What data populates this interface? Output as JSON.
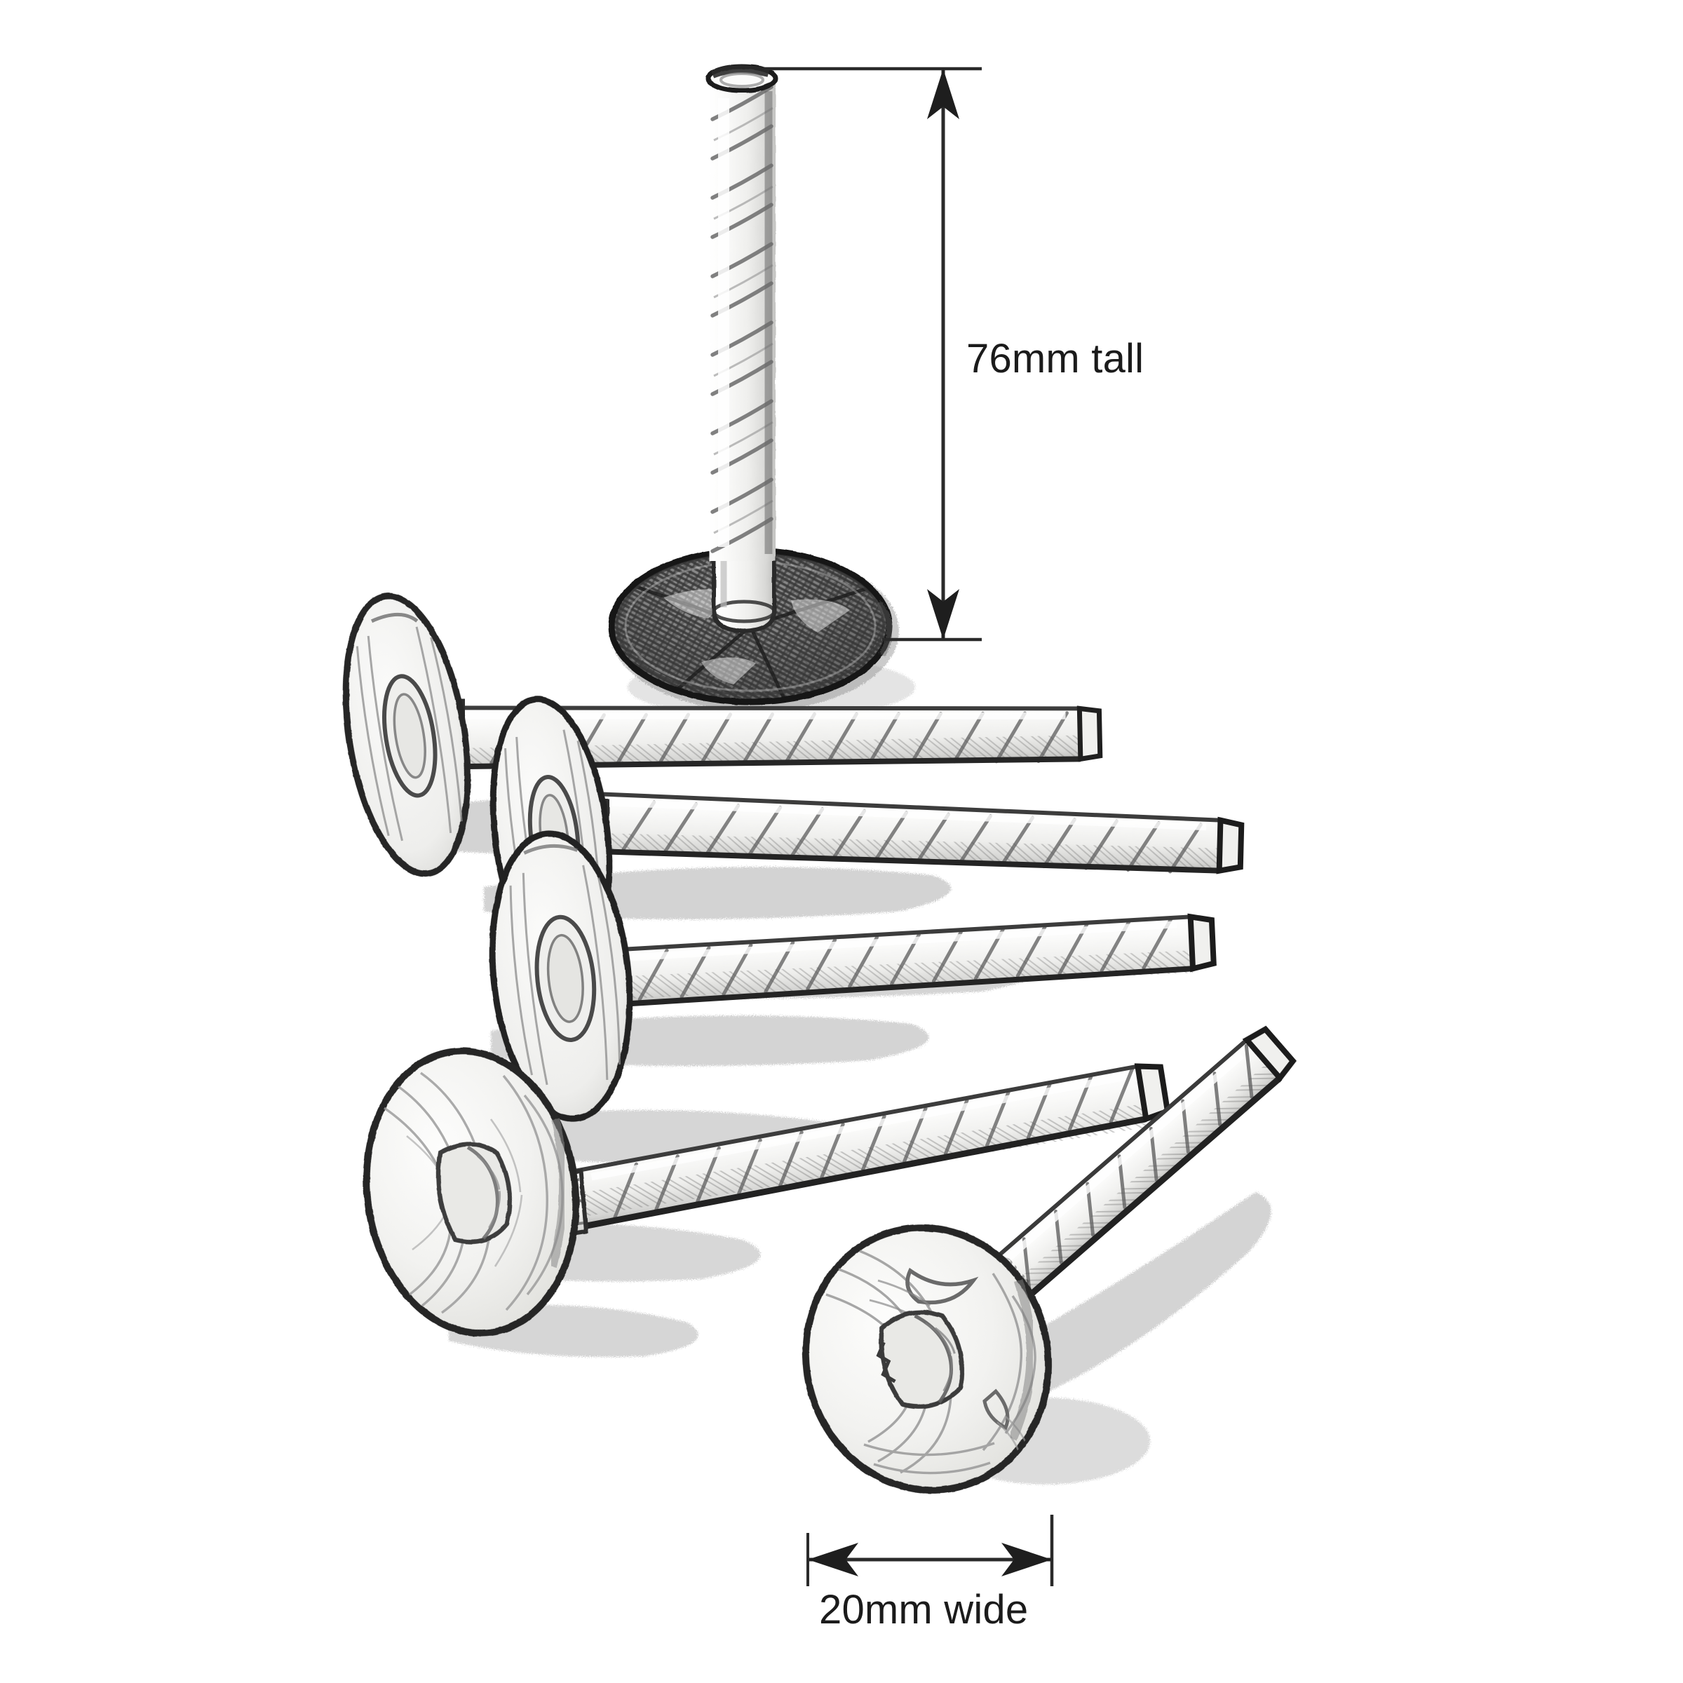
{
  "illustration": {
    "title": "Roofing nails with dimension callouts",
    "medium": "graphite pencil sketch",
    "background_color": "#ffffff",
    "line_color": "#3a3a3a",
    "dark_line_color": "#1b1b1b",
    "shadow_color": "#b8b8b8",
    "fill_color": "#f4f4f2",
    "head_dark_fill": "#6f6f6f"
  },
  "dimensions": {
    "height": {
      "label": "76mm tall",
      "orientation": "vertical",
      "arrow_style": "double-headed",
      "color": "#1b1b1b"
    },
    "width": {
      "label": "20mm wide",
      "orientation": "horizontal",
      "arrow_style": "double-headed",
      "color": "#1b1b1b"
    }
  },
  "objects": [
    {
      "name": "standing-nail",
      "pose": "upright",
      "head": "top-down dark hatched disc",
      "shaft": "vertical ring-shank"
    },
    {
      "name": "lying-nail-1",
      "pose": "horizontal",
      "head": "edge-on disc, upper left"
    },
    {
      "name": "lying-nail-2",
      "pose": "horizontal",
      "head": "edge-on disc"
    },
    {
      "name": "lying-nail-3",
      "pose": "horizontal",
      "head": "edge-on disc"
    },
    {
      "name": "lying-nail-4",
      "pose": "horizontal",
      "head": "edge-on large disc, lower left"
    },
    {
      "name": "foreground-nail",
      "pose": "diagonal",
      "head": "face-on disc with central hub, lower right"
    }
  ],
  "icons": {
    "arrow_up": "arrow-up-icon",
    "arrow_down": "arrow-down-icon",
    "arrow_left": "arrow-left-icon",
    "arrow_right": "arrow-right-icon"
  }
}
